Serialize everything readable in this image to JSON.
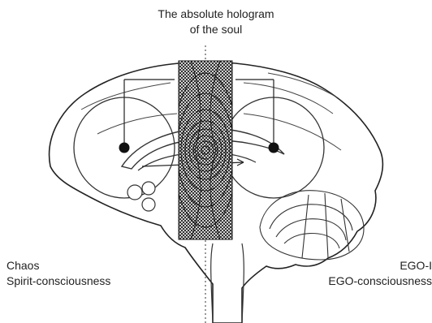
{
  "labels": {
    "title_line1": "The absolute hologram",
    "title_line2": "of the soul",
    "left_line1": "Chaos",
    "left_line2": "Spirit-consciousness",
    "right_line1": "EGO-I",
    "right_line2": "EGO-consciousness"
  },
  "colors": {
    "ink": "#222222",
    "band": "#111111",
    "background": "#ffffff"
  }
}
